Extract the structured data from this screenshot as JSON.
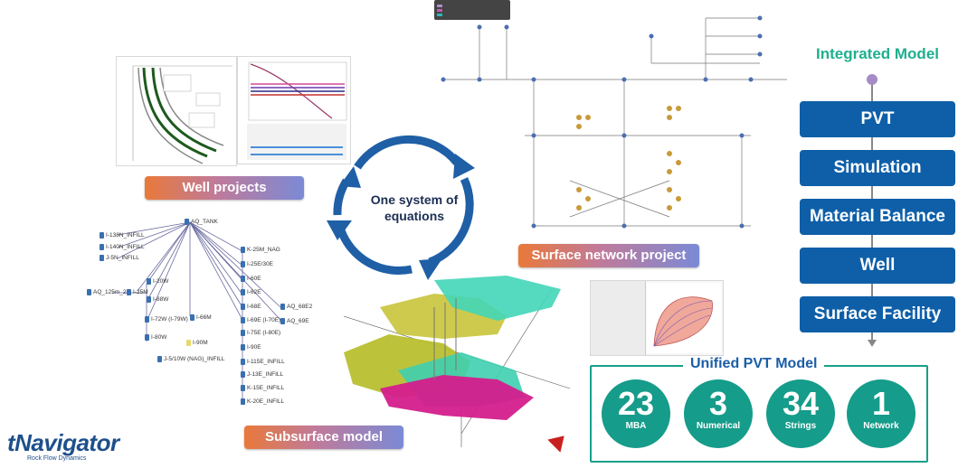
{
  "center": {
    "title": "One system of equations"
  },
  "labels": {
    "well_projects": "Well projects",
    "surface_network": "Surface network project",
    "subsurface": "Subsurface model"
  },
  "integrated": {
    "title": "Integrated Model",
    "items": [
      "PVT",
      "Simulation",
      "Material Balance",
      "Well",
      "Surface Facility"
    ]
  },
  "unified": {
    "title": "Unified PVT Model",
    "stats": [
      {
        "num": "23",
        "label": "MBA"
      },
      {
        "num": "3",
        "label": "Numerical"
      },
      {
        "num": "34",
        "label": "Strings"
      },
      {
        "num": "1",
        "label": "Network"
      }
    ]
  },
  "logo": {
    "name": "tNavigator",
    "tagline": "Rock Flow Dynamics"
  },
  "subsurface_diagram": {
    "root": "AQ_TANK",
    "left_nodes": [
      "I-138N_INFILL",
      "I-140N_INFILL",
      "J-5N_INFILL",
      "AQ_125m_2",
      "I-25M",
      "I-20W",
      "I-88W",
      "I-72W (I-79W)",
      "I-66M",
      "I-80W",
      "I-90M",
      "J-5/10W (NAG)_INFILL"
    ],
    "right_nodes": [
      "K-25M_NAG",
      "I-25E/30E",
      "I-60E",
      "I-62E",
      "I-68E",
      "I-69E (I-70E)",
      "I-75E (I-80E)",
      "I-90E",
      "I-115E_INFILL",
      "J-13E_INFILL",
      "K-15E_INFILL",
      "K-20E_INFILL",
      "AQ_68E2",
      "AQ_69E"
    ]
  },
  "colors": {
    "accent_teal": "#159c8a",
    "accent_blue": "#0e5fa8",
    "arrow_blue": "#1f5fa6"
  }
}
